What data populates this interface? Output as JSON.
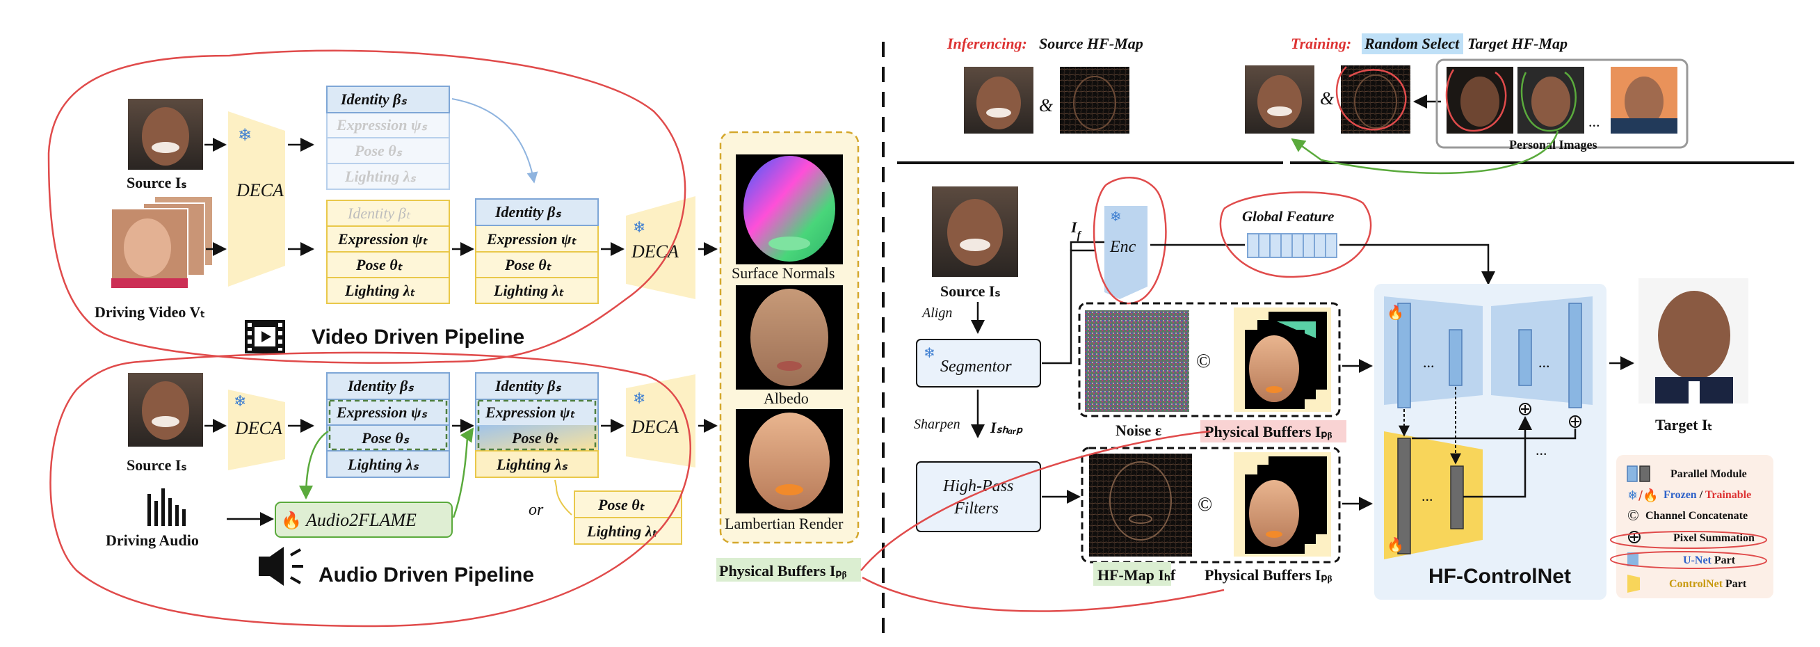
{
  "inference_header": {
    "label": "Inferencing:",
    "rest": "Source HF-Map"
  },
  "training_header": {
    "label": "Training:",
    "highlight": "Random Select",
    "rest": "Target HF-Map"
  },
  "amp1": "&",
  "amp2": "&",
  "personal_images": "Personal Images",
  "ellipsis_top": "...",
  "video": {
    "source_label": "Source Iₛ",
    "driving_label": "Driving Video Vₜ",
    "deca": "DECA",
    "params_source": [
      "Identity βₛ",
      "Expression ψₛ",
      "Pose θₛ",
      "Lighting λₛ"
    ],
    "params_target": [
      "Identity βₜ",
      "Expression ψₜ",
      "Pose θₜ",
      "Lighting λₜ"
    ],
    "params_mixed": [
      "Identity βₛ",
      "Expression ψₜ",
      "Pose θₜ",
      "Lighting λₜ"
    ],
    "pipeline_title": "Video Driven Pipeline"
  },
  "deca_mid": "DECA",
  "audio": {
    "source_label": "Source Iₛ",
    "driving_label": "Driving Audio",
    "deca": "DECA",
    "params_a": [
      "Identity βₛ",
      "Expression ψₛ",
      "Pose θₛ",
      "Lighting λₛ"
    ],
    "params_b": [
      "Identity βₛ",
      "Expression ψₜ",
      "Pose θₜ",
      "Lighting λₛ"
    ],
    "audio2flame": "Audio2FLAME",
    "or": "or",
    "params_or": [
      "Pose θₜ",
      "Lighting λₜ"
    ],
    "pipeline_title": "Audio Driven Pipeline"
  },
  "buffers": {
    "surface_normals": "Surface Normals",
    "albedo": "Albedo",
    "lambertian": "Lambertian Render",
    "label": "Physical Buffers Iₚᵦ"
  },
  "right": {
    "source_label": "Source Iₛ",
    "align": "Align",
    "segmentor": "Segmentor",
    "sharpen": "Sharpen",
    "isharp": "Iₛₕₐᵣₚ",
    "hpf_line1": "High-Pass",
    "hpf_line2": "Filters",
    "if_label": "I_f",
    "enc": "Enc",
    "global_feature": "Global Feature",
    "noise": "Noise ε",
    "phys_top": "Physical Buffers Iₚᵦ",
    "hfmap": "HF-Map Iₕf",
    "phys_bottom": "Physical Buffers Iₚᵦ",
    "concat_symbol": "©",
    "hf_controlnet": "HF-ControlNet",
    "target": "Target Iₜ"
  },
  "legend": {
    "parallel": "Parallel Module",
    "frozen": "Frozen",
    "slash": " / ",
    "trainable": "Trainable",
    "concat": "Channel Concatenate",
    "pixel_sum": "Pixel Summation",
    "unet": "U-Net",
    "unet_part": "Part",
    "controlnet": "ControlNet",
    "controlnet_part": "Part"
  },
  "colors": {
    "blue_fill": "#dce9f6",
    "blue_stroke": "#7ea6d6",
    "yellow_fill": "#fdf0c4",
    "yellow_stroke": "#e9c84a",
    "red_annotation": "#e04b4b",
    "green_annotation": "#5aaa3c",
    "panel_bg": "#e8f1fa"
  }
}
